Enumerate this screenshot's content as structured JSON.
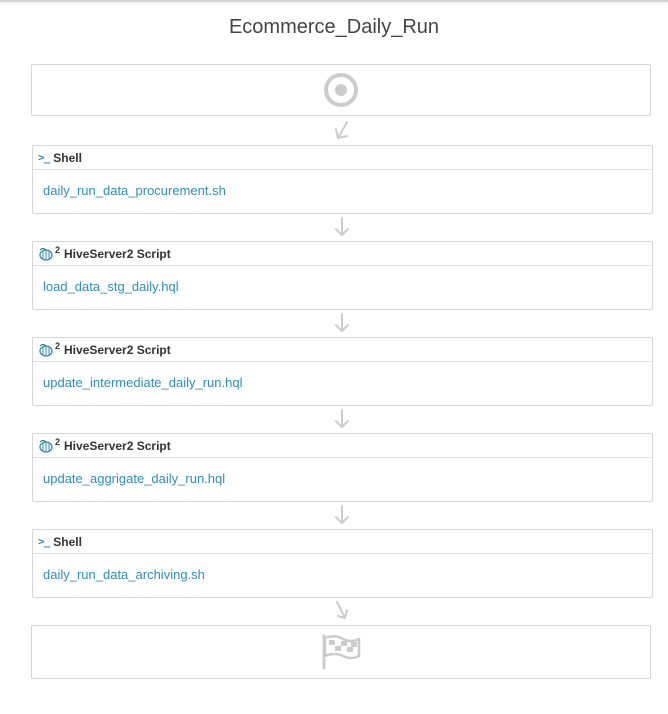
{
  "workflow": {
    "title": "Ecommerce_Daily_Run"
  },
  "start_node": {
    "icon": "start-target-icon"
  },
  "end_node": {
    "icon": "checkered-flag-icon"
  },
  "actions": [
    {
      "type_label": "Shell",
      "icon": "shell-prompt-icon",
      "script": "daily_run_data_procurement.sh"
    },
    {
      "type_label": "HiveServer2 Script",
      "icon": "hive-bee-icon",
      "icon_superscript": "2",
      "script": "load_data_stg_daily.hql"
    },
    {
      "type_label": "HiveServer2 Script",
      "icon": "hive-bee-icon",
      "icon_superscript": "2",
      "script": "update_intermediate_daily_run.hql"
    },
    {
      "type_label": "HiveServer2 Script",
      "icon": "hive-bee-icon",
      "icon_superscript": "2",
      "script": "update_aggrigate_daily_run.hql"
    },
    {
      "type_label": "Shell",
      "icon": "shell-prompt-icon",
      "script": "daily_run_data_archiving.sh"
    }
  ],
  "colors": {
    "link": "#338bb8",
    "border": "#d6d6d6",
    "icon_gray": "#cccccc",
    "title": "#444444"
  }
}
